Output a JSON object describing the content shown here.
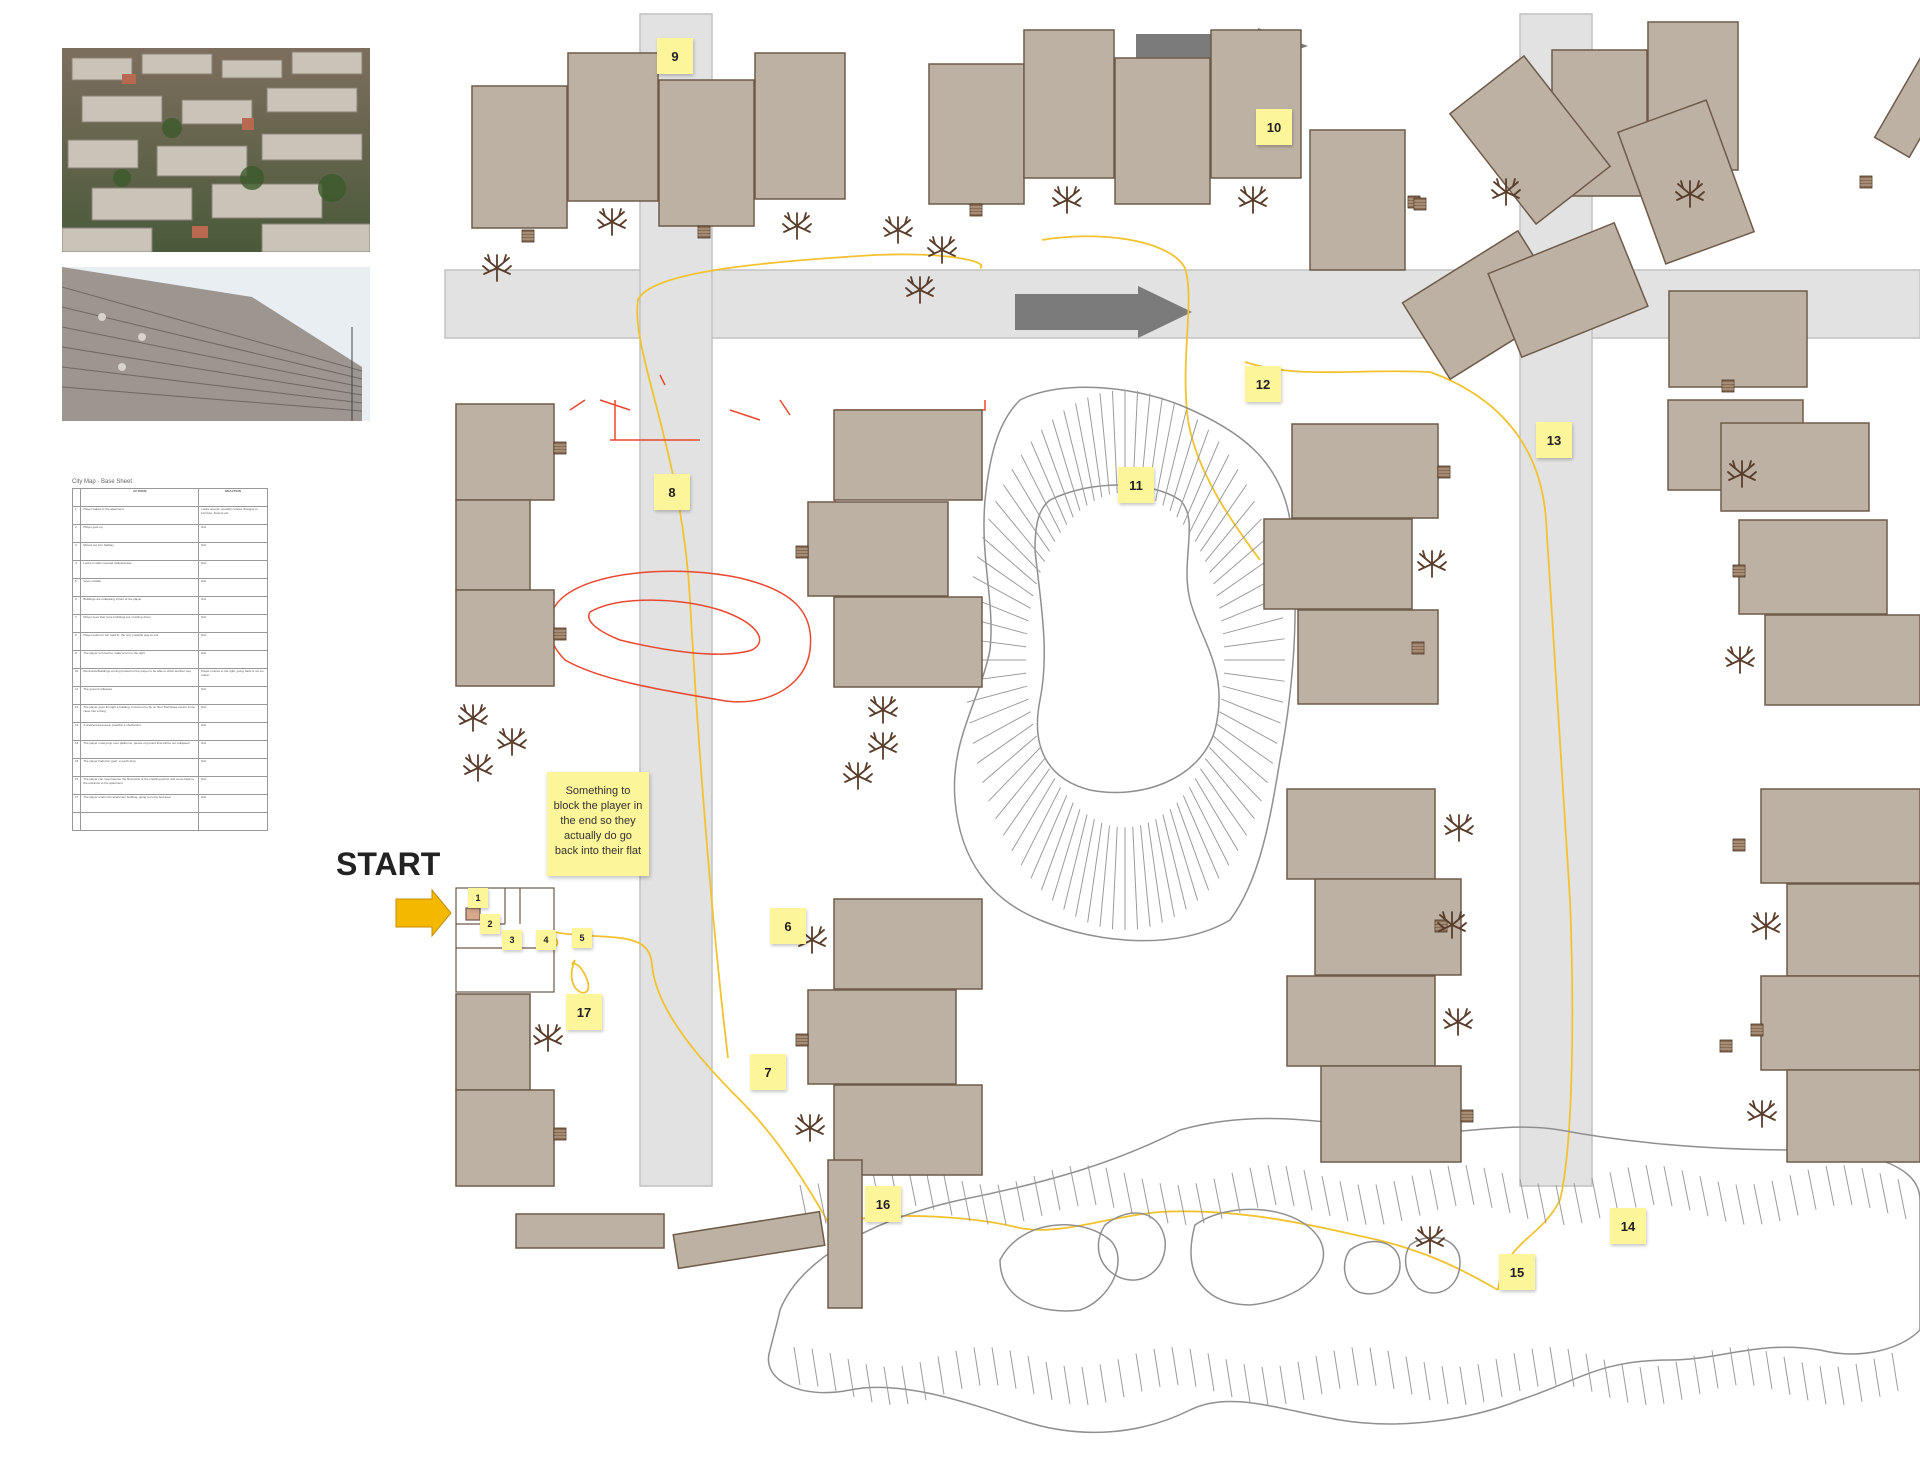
{
  "start_label": "START",
  "sticky_notes": [
    {
      "id": "1",
      "label": "1"
    },
    {
      "id": "2",
      "label": "2"
    },
    {
      "id": "3",
      "label": "3"
    },
    {
      "id": "4",
      "label": "4"
    },
    {
      "id": "5",
      "label": "5"
    },
    {
      "id": "6",
      "label": "6"
    },
    {
      "id": "7",
      "label": "7"
    },
    {
      "id": "8",
      "label": "8"
    },
    {
      "id": "9",
      "label": "9"
    },
    {
      "id": "10",
      "label": "10"
    },
    {
      "id": "11",
      "label": "11"
    },
    {
      "id": "12",
      "label": "12"
    },
    {
      "id": "13",
      "label": "13"
    },
    {
      "id": "14",
      "label": "14"
    },
    {
      "id": "15",
      "label": "15"
    },
    {
      "id": "16",
      "label": "16"
    },
    {
      "id": "17",
      "label": "17"
    }
  ],
  "note_text": "Something to block the player in the end so they actually do go back into their flat",
  "sheet": {
    "title": "City Map - Base Sheet",
    "headers": [
      "",
      "ACTIONS",
      "REACTION"
    ],
    "rows": [
      [
        "1",
        "Player wakes in the apartment",
        "Looks around, possibly notices changes in furniture, flowers etc."
      ],
      [
        "2",
        "Player gets up",
        "N/A"
      ],
      [
        "3",
        "Moves out into hallway",
        "N/A"
      ],
      [
        "4",
        "Looks to wall mounted radio/window",
        "N/A"
      ],
      [
        "5",
        "Goes outside",
        "N/A"
      ],
      [
        "6",
        "Buildings are collapsing infront of the player",
        "N/A"
      ],
      [
        "7",
        "Player sees that more buildings are crushing down",
        "N/A"
      ],
      [
        "8",
        "Player looks for car road th, the only possible way to exit",
        "N/A"
      ],
      [
        "9",
        "The player is forced to make a turn to the right",
        "N/A"
      ],
      [
        "10",
        "Remnants/Buildings coming forward of the player to be able to climb another way",
        "Player notices to the right, going back is not an option"
      ],
      [
        "11",
        "The ground collapses",
        "N/A"
      ],
      [
        "12",
        "The player goes through a building, forced out to be on floor that blows covers come close into a thing",
        "N/A"
      ],
      [
        "13",
        "A crashed area area, possibly a checkpoint",
        "N/A"
      ],
      [
        "14",
        "The player must jump over platforms, pieces of ground that will be out collapsed",
        "N/A"
      ],
      [
        "15",
        "The player finds the 'goal', a south drop",
        "N/A"
      ],
      [
        "16",
        "The player can now traverse the final parts of the crashing world, and come back to the entrance to the apartment",
        "N/A"
      ],
      [
        "17",
        "The player enters the apartment building, going to home bed area",
        "N/A"
      ],
      [
        "",
        "",
        " "
      ]
    ]
  },
  "colors": {
    "building": "#bdb1a3",
    "building_border": "#6e5b4a",
    "road": "#e2e2e2",
    "road_border": "#c2c2c2",
    "arrow": "#7b7b7b",
    "path_yellow": "#f2c230",
    "red_sketch": "#e8482f",
    "crater_sketch": "#8f8f8f",
    "sticky": "#fdf59a",
    "start_arrow": "#f5b800",
    "tree": "#5a3d2b"
  },
  "icons": [
    "tree-icon",
    "door-icon",
    "direction-arrow",
    "start-arrow"
  ]
}
